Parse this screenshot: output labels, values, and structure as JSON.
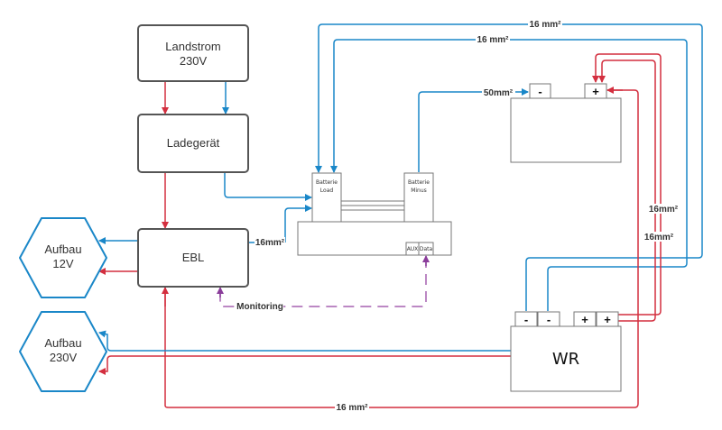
{
  "colors": {
    "positive": "#d32f3f",
    "negative": "#1a87c8",
    "monitoring": "#a561b0",
    "box_stroke": "#555555",
    "component_stroke": "#777777"
  },
  "nodes": {
    "landstrom": {
      "line1": "Landstrom",
      "line2": "230V"
    },
    "ladegeraet": {
      "label": "Ladegerät"
    },
    "ebl": {
      "label": "EBL"
    },
    "aufbau_12v": {
      "line1": "Aufbau",
      "line2": "12V"
    },
    "aufbau_230v": {
      "line1": "Aufbau",
      "line2": "230V"
    },
    "shunt": {
      "batterie_load": {
        "line1": "Batterie",
        "line2": "Load"
      },
      "batterie_minus": {
        "line1": "Batterie",
        "line2": "Minus"
      },
      "aux": "AUX",
      "data": "Data"
    },
    "battery": {
      "minus": "-",
      "plus": "+"
    },
    "wr": {
      "label": "WR",
      "terminals": [
        "-",
        "-",
        "+",
        "+"
      ]
    }
  },
  "wire_labels": {
    "top_outer": "16 mm²",
    "top_inner": "16 mm²",
    "battery_minus": "50mm²",
    "ebl_shunt": "16mm²",
    "right_upper": "16mm²",
    "right_lower": "16mm²",
    "bottom": "16 mm²",
    "monitoring": "Monitoring"
  }
}
